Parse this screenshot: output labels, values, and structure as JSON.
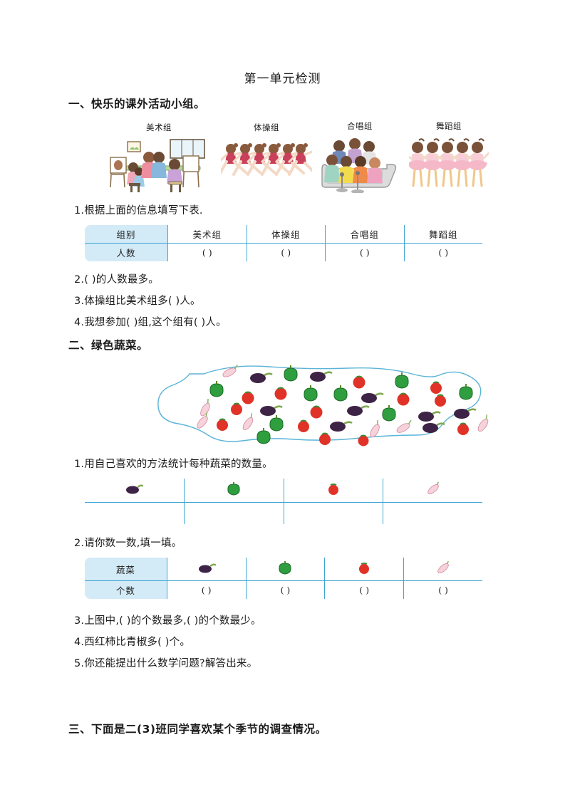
{
  "document": {
    "title": "第一单元检测"
  },
  "section1": {
    "heading": "一、快乐的课外活动小组。",
    "groups": [
      {
        "label": "美术组",
        "icon": "art-group-illustration",
        "people": 5
      },
      {
        "label": "体操组",
        "icon": "gymnastics-group-illustration",
        "people": 6
      },
      {
        "label": "合唱组",
        "icon": "chorus-group-illustration",
        "people": 7
      },
      {
        "label": "舞蹈组",
        "icon": "dance-group-illustration",
        "people": 5
      }
    ],
    "q1": "1.根据上面的信息填写下表.",
    "table": {
      "row_label_1": "组别",
      "row_label_2": "人数",
      "columns": [
        "美术组",
        "体操组",
        "合唱组",
        "舞蹈组"
      ],
      "values": [
        "(        )",
        "(        )",
        "(        )",
        "(        )"
      ]
    },
    "q2": "2.(              )的人数最多。",
    "q3": "3.体操组比美术组多(       )人。",
    "q4": "4.我想参加(              )组,这个组有(      )人。"
  },
  "section2": {
    "heading": "二、绿色蔬菜。",
    "field": {
      "outline_color": "#5ab4d8",
      "vegetables": [
        "eggplant",
        "green-pepper",
        "tomato",
        "radish"
      ]
    },
    "q1": "1.用自己喜欢的方法统计每种蔬菜的数量。",
    "table1": {
      "icons": [
        "eggplant-icon",
        "green-pepper-icon",
        "tomato-icon",
        "radish-icon"
      ],
      "values": [
        "",
        "",
        "",
        ""
      ]
    },
    "q2": "2.请你数一数,填一填。",
    "table2": {
      "row_label_1": "蔬菜",
      "row_label_2": "个数",
      "icons": [
        "eggplant-icon",
        "green-pepper-icon",
        "tomato-icon",
        "radish-icon"
      ],
      "values": [
        "(       )",
        "(       )",
        "(       )",
        "(       )"
      ]
    },
    "q3": "3.上图中,(          )的个数最多,(          )的个数最少。",
    "q4": "4.西红柿比青椒多(      )个。",
    "q5": "5.你还能提出什么数学问题?解答出来。"
  },
  "section3": {
    "heading": "三、下面是二(3)班同学喜欢某个季节的调查情况。"
  },
  "colors": {
    "table_border": "#3fa6d4",
    "table_fill": "#d3eaf7",
    "field_outline": "#5ab4d8",
    "text": "#1a1a1a"
  }
}
